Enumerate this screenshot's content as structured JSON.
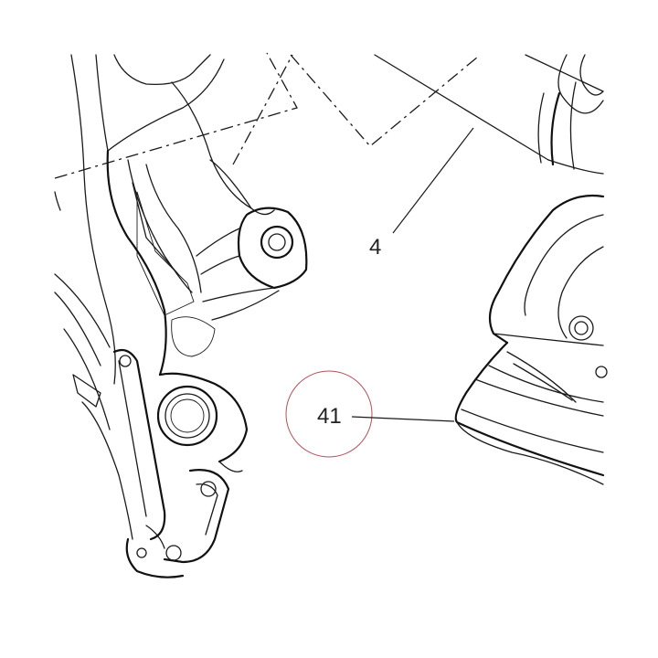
{
  "callouts": [
    {
      "id": "4",
      "label": "4"
    },
    {
      "id": "41",
      "label": "41",
      "highlighted": true
    }
  ],
  "colors": {
    "ink": "#1a1a1a",
    "highlight": "#b5505a",
    "background": "#ffffff"
  }
}
